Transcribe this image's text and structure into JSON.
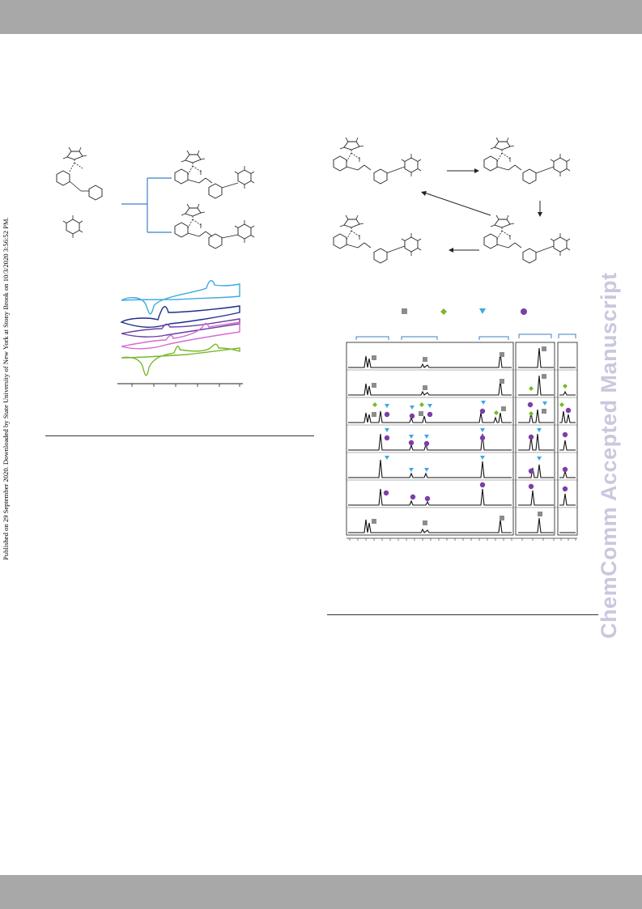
{
  "sidebar": {
    "text": "Published on 29 September 2020. Downloaded by State University of New York at Stony Brook on 10/3/2020 3:56:52 PM."
  },
  "watermark": {
    "text": "ChemComm Accepted Manuscript"
  },
  "colors": {
    "header_bar": "#a8a8a8",
    "cv_trace_1": "#3fa9e0",
    "cv_trace_2": "#1e2f8c",
    "cv_trace_3": "#6a3fa0",
    "cv_trace_4": "#d46ad0",
    "cv_trace_5": "#7ab82a",
    "marker_square": "#8c8c8c",
    "marker_diamond": "#7ab82a",
    "marker_triangle": "#3fa9e0",
    "marker_circle": "#7b3fa8",
    "bracket": "#3f7fc8"
  },
  "legend_markers": [
    "square-marker",
    "diamond-marker",
    "triangle-marker",
    "circle-marker"
  ]
}
